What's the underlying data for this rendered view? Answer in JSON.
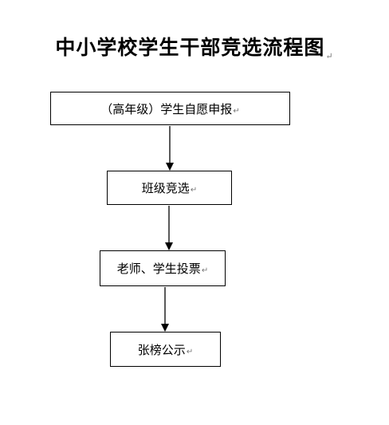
{
  "title": "中小学校学生干部竞选流程图",
  "para_mark": "↵",
  "steps": [
    "（高年级）学生自愿申报",
    "班级竞选",
    "老师、学生投票",
    "张榜公示"
  ]
}
